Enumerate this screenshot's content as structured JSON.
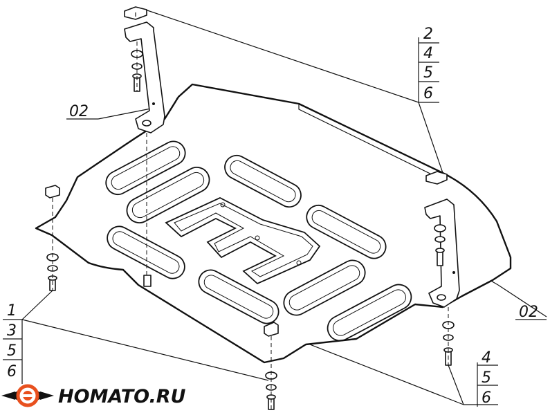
{
  "callouts": {
    "top_right": [
      "2",
      "4",
      "5",
      "6"
    ],
    "left_bracket": "02",
    "right_bracket": "02",
    "bottom_left": [
      "1",
      "3",
      "5",
      "6"
    ],
    "bottom_right": [
      "4",
      "5",
      "6"
    ]
  },
  "brand": {
    "name": "HOMATO.RU",
    "logo": "homato-logo-icon",
    "colors": {
      "accent": "#e8501e",
      "ink": "#111111"
    }
  }
}
